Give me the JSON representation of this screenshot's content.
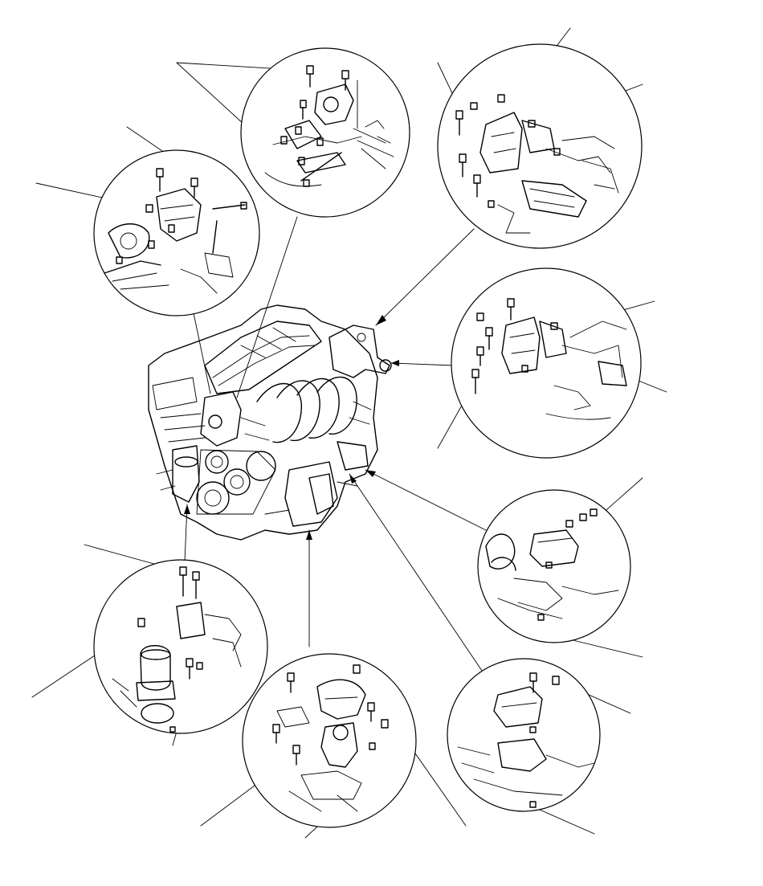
{
  "diagram": {
    "colors": {
      "ink": "#000000",
      "paper": "#ffffff"
    },
    "callouts": [
      "detail-top-center",
      "detail-top-left",
      "detail-top-right",
      "detail-right-middle",
      "detail-right-lower",
      "detail-bottom-right",
      "detail-bottom-center",
      "detail-bottom-left"
    ]
  }
}
